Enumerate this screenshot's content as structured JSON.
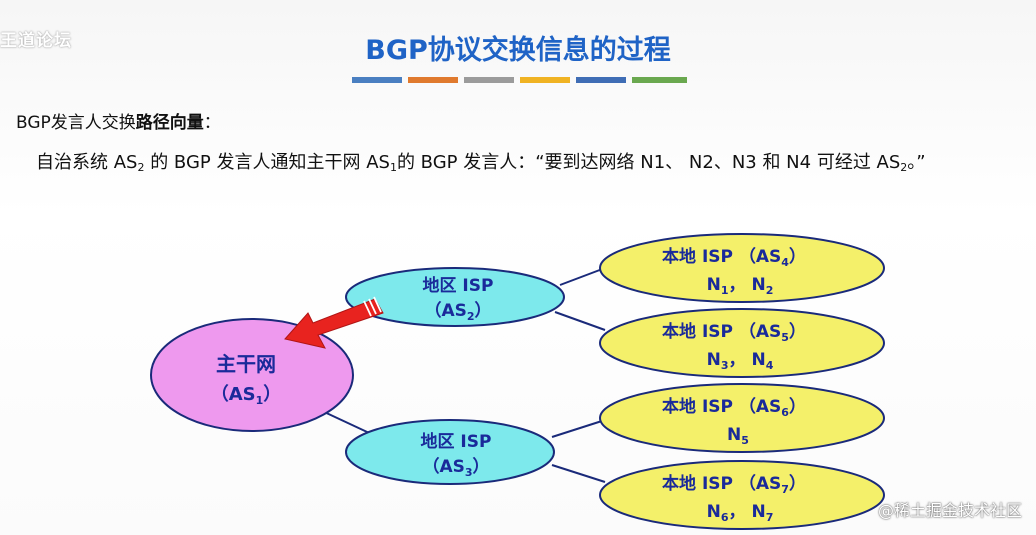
{
  "watermark_top": "王道论坛",
  "title": "BGP协议交换信息的过程",
  "colors": {
    "title": "#1f63c6",
    "bars": [
      "#4a7fc1",
      "#e07a2e",
      "#9b9b9b",
      "#f0b323",
      "#3f6db5",
      "#6aa84f"
    ],
    "backbone": "#ee99ee",
    "regional": "#7de9ec",
    "local": "#f4f06a",
    "node_text": "#1a2a9a",
    "arrow": "#e8231f"
  },
  "text": {
    "line1_prefix": "BGP发言人交换",
    "line1_bold": "路径向量",
    "line1_suffix": "：",
    "line2_a": "自治系统 AS",
    "line2_a_sub": "2",
    "line2_b": " 的 BGP 发言人通知主干网 AS",
    "line2_b_sub": "1",
    "line2_c": "的 BGP 发言人：“要到达网络 N1、 N2、N3 和 N4 可经过 AS",
    "line2_c_sub": "2",
    "line2_d": "。”"
  },
  "nodes": {
    "backbone": {
      "label": "主干网",
      "as": "（AS",
      "as_sub": "1",
      "as_end": "）"
    },
    "region2": {
      "label": "地区 ISP",
      "as": "（AS",
      "as_sub": "2",
      "as_end": "）"
    },
    "region3": {
      "label": "地区 ISP",
      "as": "（AS",
      "as_sub": "3",
      "as_end": "）"
    },
    "local4": {
      "label": "本地 ISP （AS",
      "label_sub": "4",
      "label_end": "）",
      "nets": "N1，  N2",
      "net_a": "N",
      "net_a_sub": "1",
      "sep": "，  ",
      "net_b": "N",
      "net_b_sub": "2"
    },
    "local5": {
      "label": "本地 ISP （AS",
      "label_sub": "5",
      "label_end": "）",
      "net_a": "N",
      "net_a_sub": "3",
      "sep": "，  ",
      "net_b": "N",
      "net_b_sub": "4"
    },
    "local6": {
      "label": "本地 ISP （AS",
      "label_sub": "6",
      "label_end": "）",
      "net_a": "N",
      "net_a_sub": "5"
    },
    "local7": {
      "label": "本地 ISP （AS",
      "label_sub": "7",
      "label_end": "）",
      "net_a": "N",
      "net_a_sub": "6",
      "sep": "，  ",
      "net_b": "N",
      "net_b_sub": "7"
    }
  },
  "corner_watermark": "@稀土掘金技术社区"
}
